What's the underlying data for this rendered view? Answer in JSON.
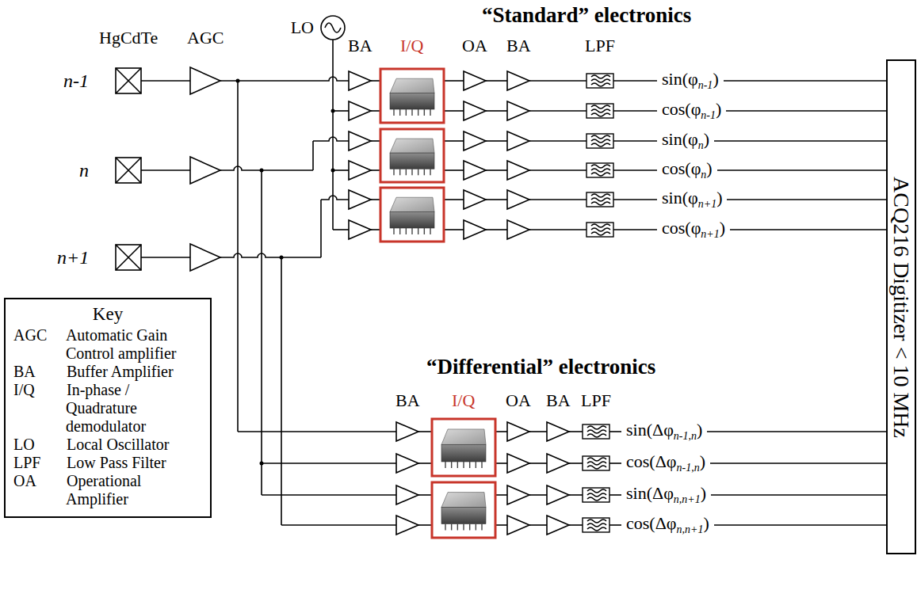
{
  "diagram": {
    "nodes": [
      {
        "text": [
          "LO"
        ]
      },
      {
        "text": [
          "ACQ216 Digitizer < 10 MHz"
        ]
      }
    ],
    "labels": [
      "“Standard” electronics",
      "HgCdTe",
      "AGC",
      "BA",
      "I/Q",
      "OA",
      "BA",
      "LPF",
      "n-1",
      "n",
      "n+1",
      "sin(φn-1)",
      "cos(φn-1)",
      "sin(φn)",
      "cos(φn)",
      "sin(φn+1)",
      "cos(φn+1)",
      "“Differential” electronics",
      "BA",
      "I/Q",
      "OA",
      "BA",
      "LPF",
      "sin(Δφn-1,n)",
      "cos(Δφn-1,n)",
      "sin(Δφn,n+1)",
      "cos(Δφn,n+1)",
      "Key"
    ],
    "legend": [
      {
        "text": "AGC Automatic Gain Control amplifier"
      },
      {
        "text": "BA Buffer Amplifier"
      },
      {
        "text": "I/Q In-phase / Quadrature demodulator"
      },
      {
        "text": "LO Local Oscillator"
      },
      {
        "text": "LPF Low Pass Filter"
      },
      {
        "text": "OA Operational Amplifier"
      }
    ]
  }
}
